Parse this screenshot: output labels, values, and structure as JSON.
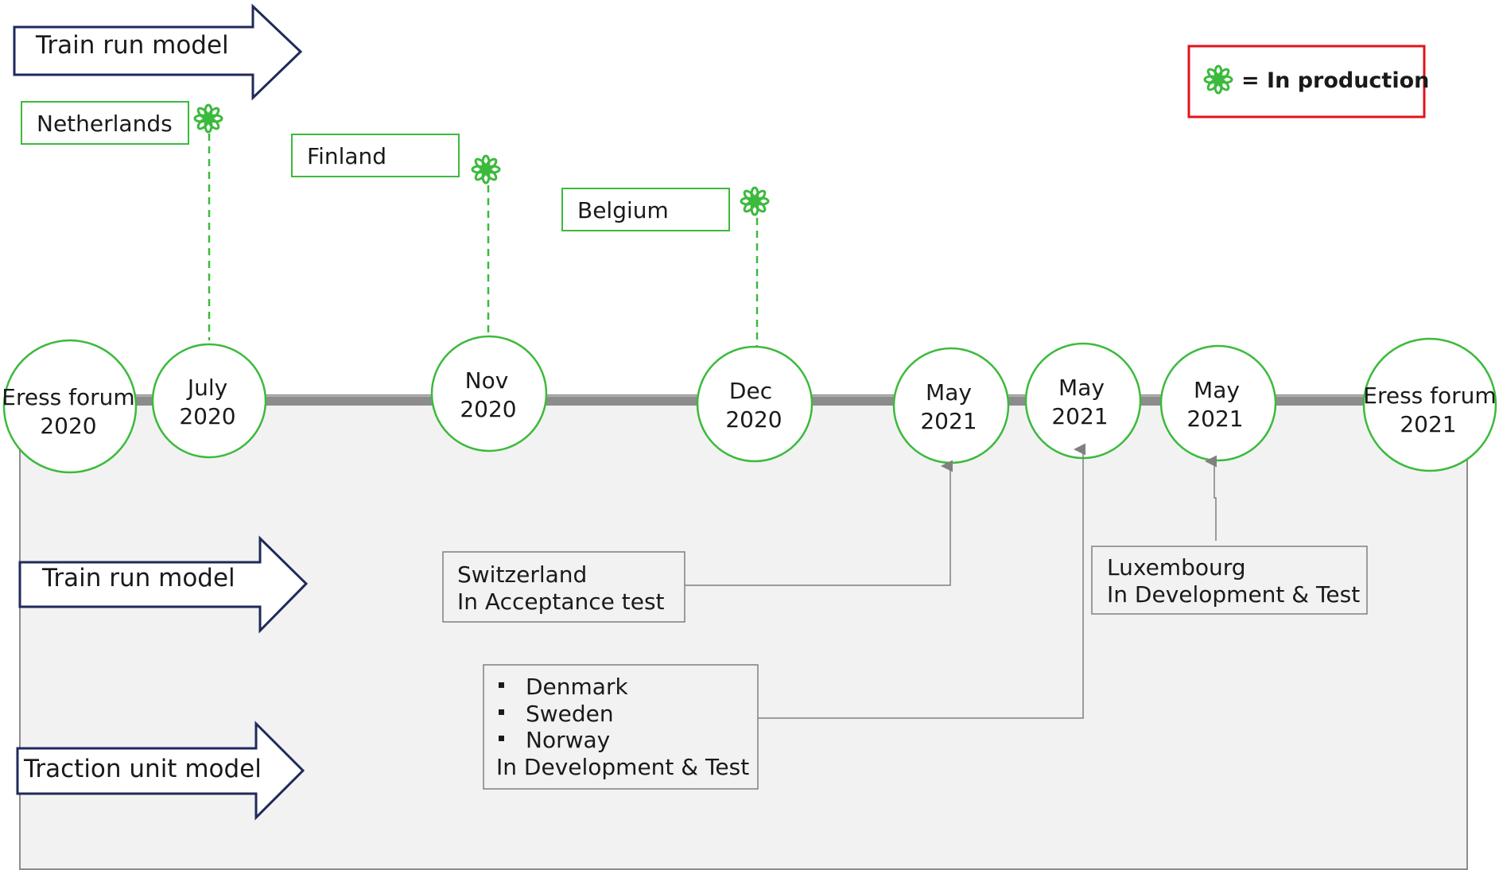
{
  "header_arrow": {
    "label": "Train run model"
  },
  "legend": {
    "label": "= In production",
    "icon": "flower-icon",
    "border_color": "#e0141b",
    "icon_color": "#3cba3c"
  },
  "colors": {
    "green": "#3cba3c",
    "timeline": "#8c8c8c",
    "panel_fill": "#f2f2f2",
    "arrow_stroke": "#1f2a5a",
    "connector": "#808080"
  },
  "country_labels": [
    {
      "label": "Netherlands"
    },
    {
      "label": "Finland"
    },
    {
      "label": "Belgium"
    }
  ],
  "milestones": [
    {
      "line1": "Eress forum",
      "line2": "2020"
    },
    {
      "line1": "July",
      "line2": "2020"
    },
    {
      "line1": "Nov",
      "line2": "2020"
    },
    {
      "line1": "Dec",
      "line2": "2020"
    },
    {
      "line1": "May",
      "line2": "2021"
    },
    {
      "line1": "May",
      "line2": "2021"
    },
    {
      "line1": "May",
      "line2": "2021"
    },
    {
      "line1": "Eress forum",
      "line2": "2021"
    }
  ],
  "lower_arrows": [
    {
      "label": "Train run model"
    },
    {
      "label": "Traction unit model"
    }
  ],
  "switzerland_box": {
    "line1": "Switzerland",
    "line2": "In Acceptance test"
  },
  "luxembourg_box": {
    "line1": "Luxembourg",
    "line2": "In Development & Test"
  },
  "nordic_box": {
    "items": [
      "Denmark",
      "Sweden",
      "Norway"
    ],
    "status": "In Development & Test"
  }
}
